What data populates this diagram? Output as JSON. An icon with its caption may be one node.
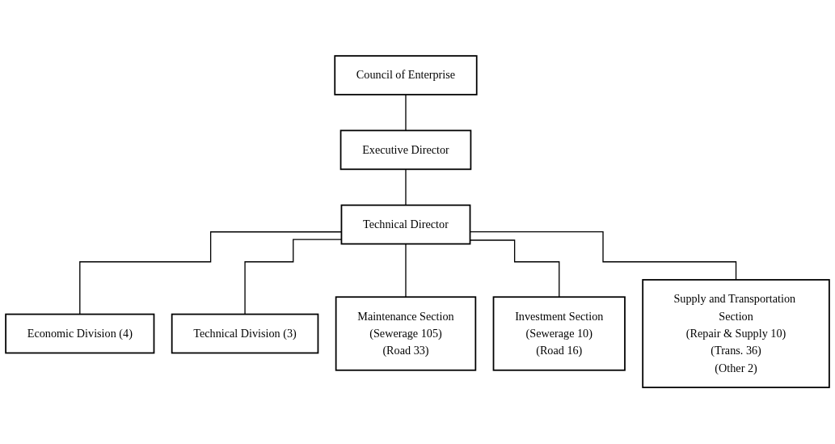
{
  "diagram": {
    "nodes": [
      {
        "text": [
          "Council of Enterprise"
        ]
      },
      {
        "text": [
          "Executive Director"
        ]
      },
      {
        "text": [
          "Technical Director"
        ]
      },
      {
        "text": [
          "Economic Division (4)"
        ]
      },
      {
        "text": [
          "Technical Division (3)"
        ]
      },
      {
        "text": [
          "Maintenance Section",
          "(Sewerage 105)",
          "(Road 33)"
        ]
      },
      {
        "text": [
          "Investment Section",
          "(Sewerage 10)",
          "(Road 16)"
        ]
      },
      {
        "text": [
          "Supply and Transportation Section",
          "(Repair & Supply 10)",
          "(Trans. 36)",
          "(Other 2)"
        ]
      }
    ],
    "edges": [
      {
        "from": 0,
        "to": 1,
        "arrow": "none"
      },
      {
        "from": 1,
        "to": 2,
        "arrow": "none"
      },
      {
        "from": 2,
        "to": 3,
        "arrow": "none"
      },
      {
        "from": 2,
        "to": 4,
        "arrow": "none"
      },
      {
        "from": 2,
        "to": 5,
        "arrow": "none"
      },
      {
        "from": 2,
        "to": 6,
        "arrow": "none"
      },
      {
        "from": 2,
        "to": 7,
        "arrow": "none"
      }
    ]
  }
}
